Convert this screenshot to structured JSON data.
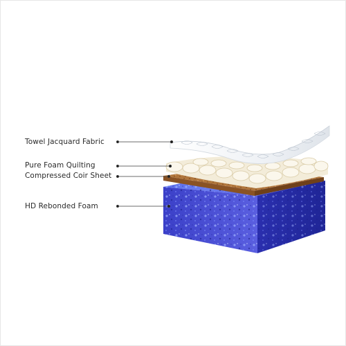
{
  "diagram": {
    "layers": [
      {
        "id": "towel",
        "label": "Towel Jacquard Fabric",
        "color": "#f4f6f9"
      },
      {
        "id": "quilting",
        "label": "Pure Foam Quilting",
        "color": "#efe7d2"
      },
      {
        "id": "coir",
        "label": "Compressed Coir Sheet",
        "color": "#b4793e"
      },
      {
        "id": "foam",
        "label": "HD Rebonded Foam",
        "color": "#3b3fc4"
      }
    ]
  }
}
